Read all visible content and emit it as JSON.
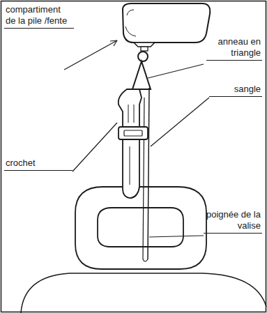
{
  "diagram": {
    "labels": [
      "compartiment de la pile /fente",
      "anneau en triangle",
      "sangle",
      "crochet",
      "poignée de la valise"
    ]
  }
}
